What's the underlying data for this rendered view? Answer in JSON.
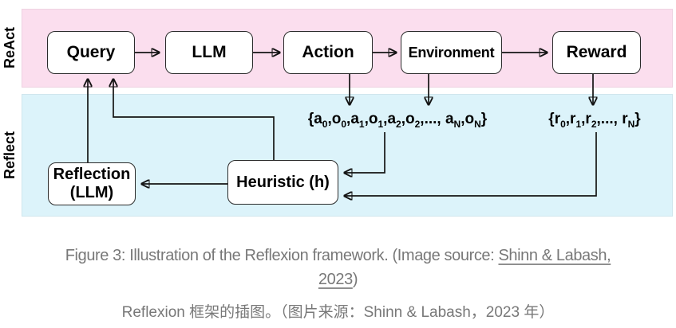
{
  "figure": {
    "bands": [
      {
        "label": "ReAct",
        "color": "#fbdeee"
      },
      {
        "label": "Reflect",
        "color": "#dcf3fa"
      }
    ],
    "nodes": {
      "query": "Query",
      "llm": "LLM",
      "action": "Action",
      "environment": "Environment",
      "reward": "Reward",
      "reflection": "Reflection\n(LLM)",
      "heuristic": "Heuristic (h)"
    },
    "traces": {
      "actions_observations": "{a_0,o_0,a_1,o_1,a_2,o_2,..., a_N,o_N}",
      "rewards": "{r_0,r_1,r_2,..., r_N}"
    },
    "line_color": "#141414",
    "node_border_color": "#2b2b2b"
  },
  "caption": {
    "en_prefix": "Figure 3: Illustration of the Reflexion framework. (Image source: ",
    "link_line1": "Shinn & Labash,",
    "link_line2": "2023",
    "en_suffix": ")",
    "zh": "Reflexion 框架的插图。（图片来源：Shinn & Labash，2023 年）",
    "text_color": "#787878"
  }
}
